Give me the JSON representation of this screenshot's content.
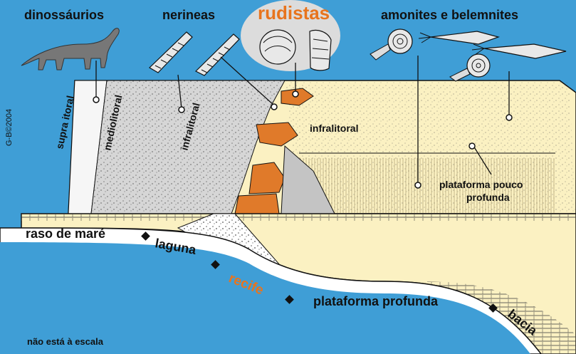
{
  "headers": {
    "dinossaurios": "dinossáurios",
    "nerineas": "nerineas",
    "rudistas": "rudistas",
    "amonites": "amonites e belemnites"
  },
  "zones": {
    "supra_litoral": "supra itoral",
    "mediolitoral": "mediolitoral",
    "infralitoral_slope": "infralitoral",
    "infralitoral": "infralitoral",
    "plataforma_pouco_1": "plataforma pouco",
    "plataforma_pouco_2": "profunda"
  },
  "front": {
    "raso_de_mare": "raso de maré",
    "laguna": "laguna",
    "recife": "recife",
    "plataforma_profunda": "plataforma profunda",
    "bacia": "bacia"
  },
  "copyright": "G-B©2004",
  "scale_note": "não está à escala",
  "colors": {
    "sea": "#3f9ed6",
    "shallow_platform": "#fbf1c2",
    "tidal_flat": "#d6d6d6",
    "reef_orange": "#e07a2a",
    "highlight_oval": "#dcdcdc"
  }
}
